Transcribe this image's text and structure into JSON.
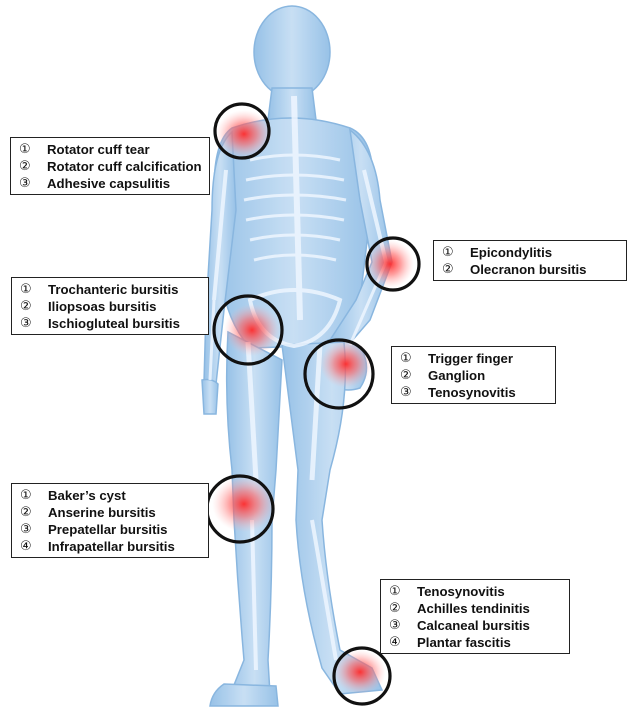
{
  "regions": [
    {
      "id": "shoulder",
      "items": [
        {
          "num": "①",
          "text": "Rotator cuff tear"
        },
        {
          "num": "②",
          "text": "Rotator cuff calcification"
        },
        {
          "num": "③",
          "text": "Adhesive capsulitis"
        }
      ]
    },
    {
      "id": "elbow",
      "items": [
        {
          "num": "①",
          "text": "Epicondylitis"
        },
        {
          "num": "②",
          "text": "Olecranon bursitis"
        }
      ]
    },
    {
      "id": "hip",
      "items": [
        {
          "num": "①",
          "text": "Trochanteric bursitis"
        },
        {
          "num": "②",
          "text": "Iliopsoas bursitis"
        },
        {
          "num": "③",
          "text": "Ischiogluteal bursitis"
        }
      ]
    },
    {
      "id": "hand",
      "items": [
        {
          "num": "①",
          "text": "Trigger finger"
        },
        {
          "num": "②",
          "text": "Ganglion"
        },
        {
          "num": "③",
          "text": "Tenosynovitis"
        }
      ]
    },
    {
      "id": "knee",
      "items": [
        {
          "num": "①",
          "text": "Baker’s cyst"
        },
        {
          "num": "②",
          "text": "Anserine bursitis"
        },
        {
          "num": "③",
          "text": "Prepatellar bursitis"
        },
        {
          "num": "④",
          "text": "Infrapatellar bursitis"
        }
      ]
    },
    {
      "id": "foot",
      "items": [
        {
          "num": "①",
          "text": "Tenosynovitis"
        },
        {
          "num": "②",
          "text": "Achilles tendinitis"
        },
        {
          "num": "③",
          "text": "Calcaneal bursitis"
        },
        {
          "num": "④",
          "text": "Plantar fascitis"
        }
      ]
    }
  ],
  "colors": {
    "body_fill": "#a8cbea",
    "body_stroke": "#7fb0dd",
    "bone": "#f4f9ff",
    "highlight": "#ff3b3b",
    "circle": "#111111",
    "box_border": "#222222"
  }
}
